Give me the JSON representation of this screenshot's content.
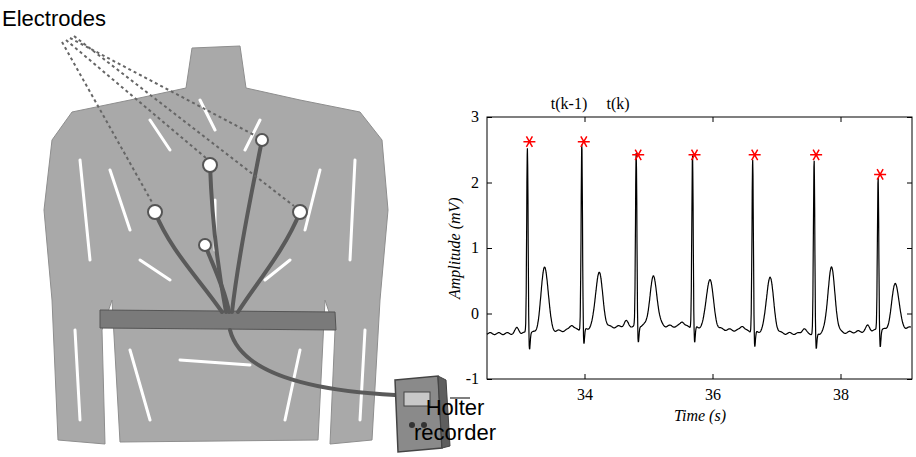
{
  "diagram": {
    "labels": [
      "Electrodes",
      "Holter recorder",
      "t(k-1)",
      "t(k)",
      "3",
      "2",
      "1",
      "0",
      "-1",
      "34",
      "36",
      "38",
      "Amplitude (mV)",
      "Time (s)"
    ]
  }
}
